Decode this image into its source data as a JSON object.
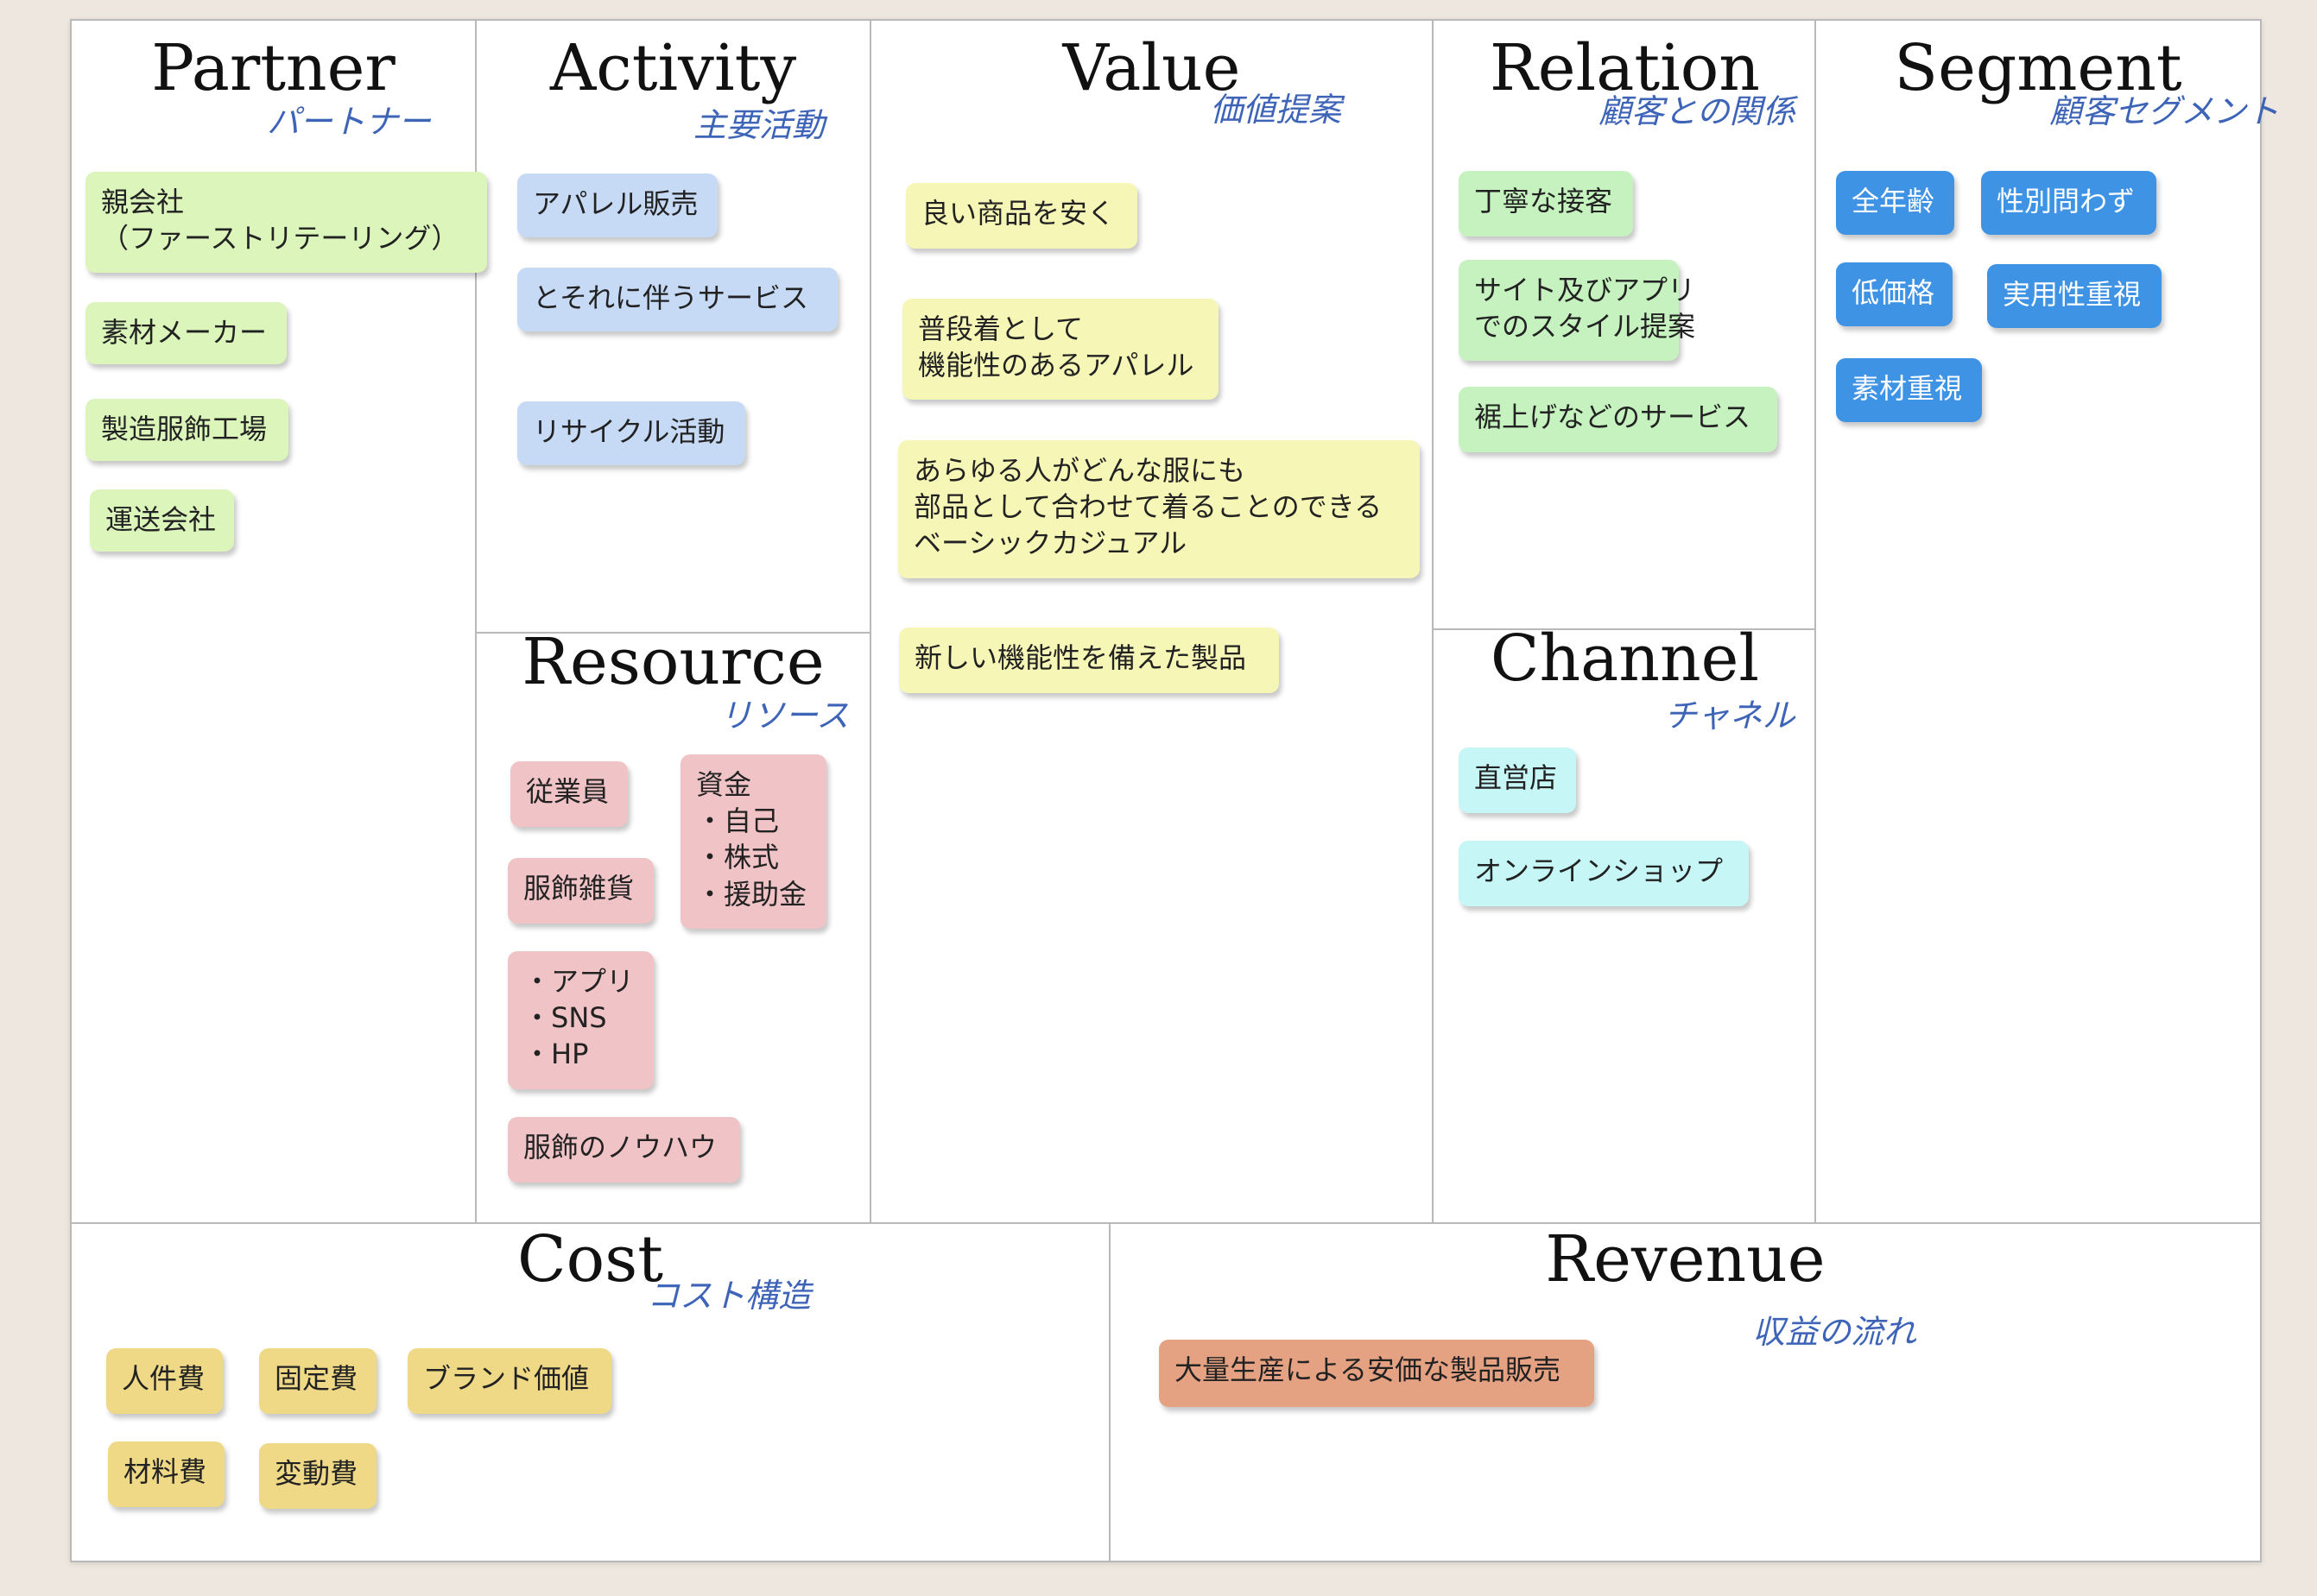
{
  "colors": {
    "partner": "#dbf5bb",
    "activity": "#c6d9f5",
    "value": "#f6f6b6",
    "relation": "#c6f2bf",
    "segment": "#3f93e4",
    "resource": "#f0c3c6",
    "channel": "#c6f6f6",
    "cost": "#efd987",
    "revenue": "#e5a283",
    "subheading": "#3e64b8"
  },
  "partner": {
    "title": "Partner",
    "subtitle": "パートナー",
    "notes": [
      "親会社\n（ファーストリテーリング）",
      "素材メーカー",
      "製造服飾工場",
      "運送会社"
    ]
  },
  "activity": {
    "title": "Activity",
    "subtitle": "主要活動",
    "notes": [
      "アパレル販売",
      "とそれに伴うサービス",
      "リサイクル活動"
    ]
  },
  "value": {
    "title": "Value",
    "subtitle": "価値提案",
    "notes": [
      "良い商品を安く",
      "普段着として\n機能性のあるアパレル",
      "あらゆる人がどんな服にも\n部品として合わせて着ることのできる\nベーシックカジュアル",
      "新しい機能性を備えた製品"
    ]
  },
  "relation": {
    "title": "Relation",
    "subtitle": "顧客との関係",
    "notes": [
      "丁寧な接客",
      "サイト及びアプリ\nでのスタイル提案",
      "裾上げなどのサービス"
    ]
  },
  "segment": {
    "title": "Segment",
    "subtitle": "顧客セグメント",
    "notes": [
      "全年齢",
      "性別問わず",
      "低価格",
      "実用性重視",
      "素材重視"
    ]
  },
  "resource": {
    "title": "Resource",
    "subtitle": "リソース",
    "notes": [
      "従業員",
      "資金\n・自己\n・株式\n・援助金",
      "服飾雑貨",
      "・アプリ\n・SNS\n・HP",
      "服飾のノウハウ"
    ]
  },
  "channel": {
    "title": "Channel",
    "subtitle": "チャネル",
    "notes": [
      "直営店",
      "オンラインショップ"
    ]
  },
  "cost": {
    "title": "Cost",
    "subtitle": "コスト構造",
    "notes": [
      "人件費",
      "固定費",
      "ブランド価値",
      "材料費",
      "変動費"
    ]
  },
  "revenue": {
    "title": "Revenue",
    "subtitle": "収益の流れ",
    "notes": [
      "大量生産による安価な製品販売"
    ]
  }
}
